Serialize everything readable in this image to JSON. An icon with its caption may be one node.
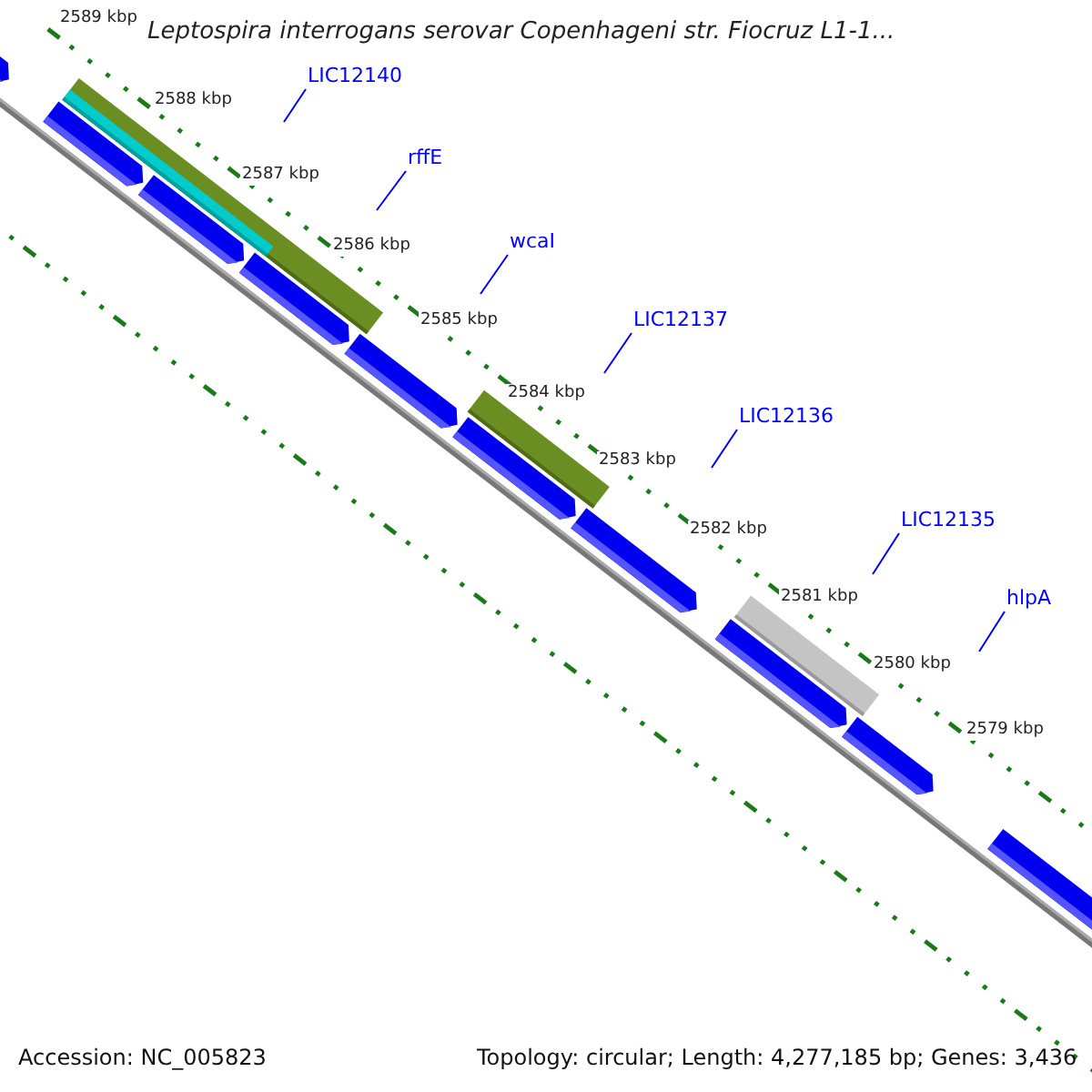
{
  "diagram": {
    "title": "Leptospira interrogans serovar Copenhageni str. Fiocruz L1-1...",
    "nodes": [
      {
        "text": [
          "LIC12140"
        ]
      },
      {
        "text": [
          "rffE"
        ]
      },
      {
        "text": [
          "wcaI"
        ]
      },
      {
        "text": [
          "LIC12137"
        ]
      },
      {
        "text": [
          "LIC12136"
        ]
      },
      {
        "text": [
          "LIC12135"
        ]
      },
      {
        "text": [
          "hlpA"
        ]
      }
    ],
    "edges": [
      {
        "from": 0,
        "to": null,
        "arrow": "none"
      },
      {
        "from": 1,
        "to": null,
        "arrow": "none"
      },
      {
        "from": 2,
        "to": null,
        "arrow": "none"
      },
      {
        "from": 3,
        "to": null,
        "arrow": "none"
      },
      {
        "from": 4,
        "to": null,
        "arrow": "none"
      },
      {
        "from": 5,
        "to": null,
        "arrow": "none"
      },
      {
        "from": 6,
        "to": null,
        "arrow": "none"
      }
    ],
    "labels": [
      "2589 kbp",
      "2588 kbp",
      "2587 kbp",
      "2586 kbp",
      "2585 kbp",
      "2584 kbp",
      "2583 kbp",
      "2582 kbp",
      "2581 kbp",
      "2580 kbp",
      "2579 kbp",
      "Accession: NC_005823",
      "Topology: circular; Length: 4,277,185 bp; Genes: 3,436"
    ]
  }
}
